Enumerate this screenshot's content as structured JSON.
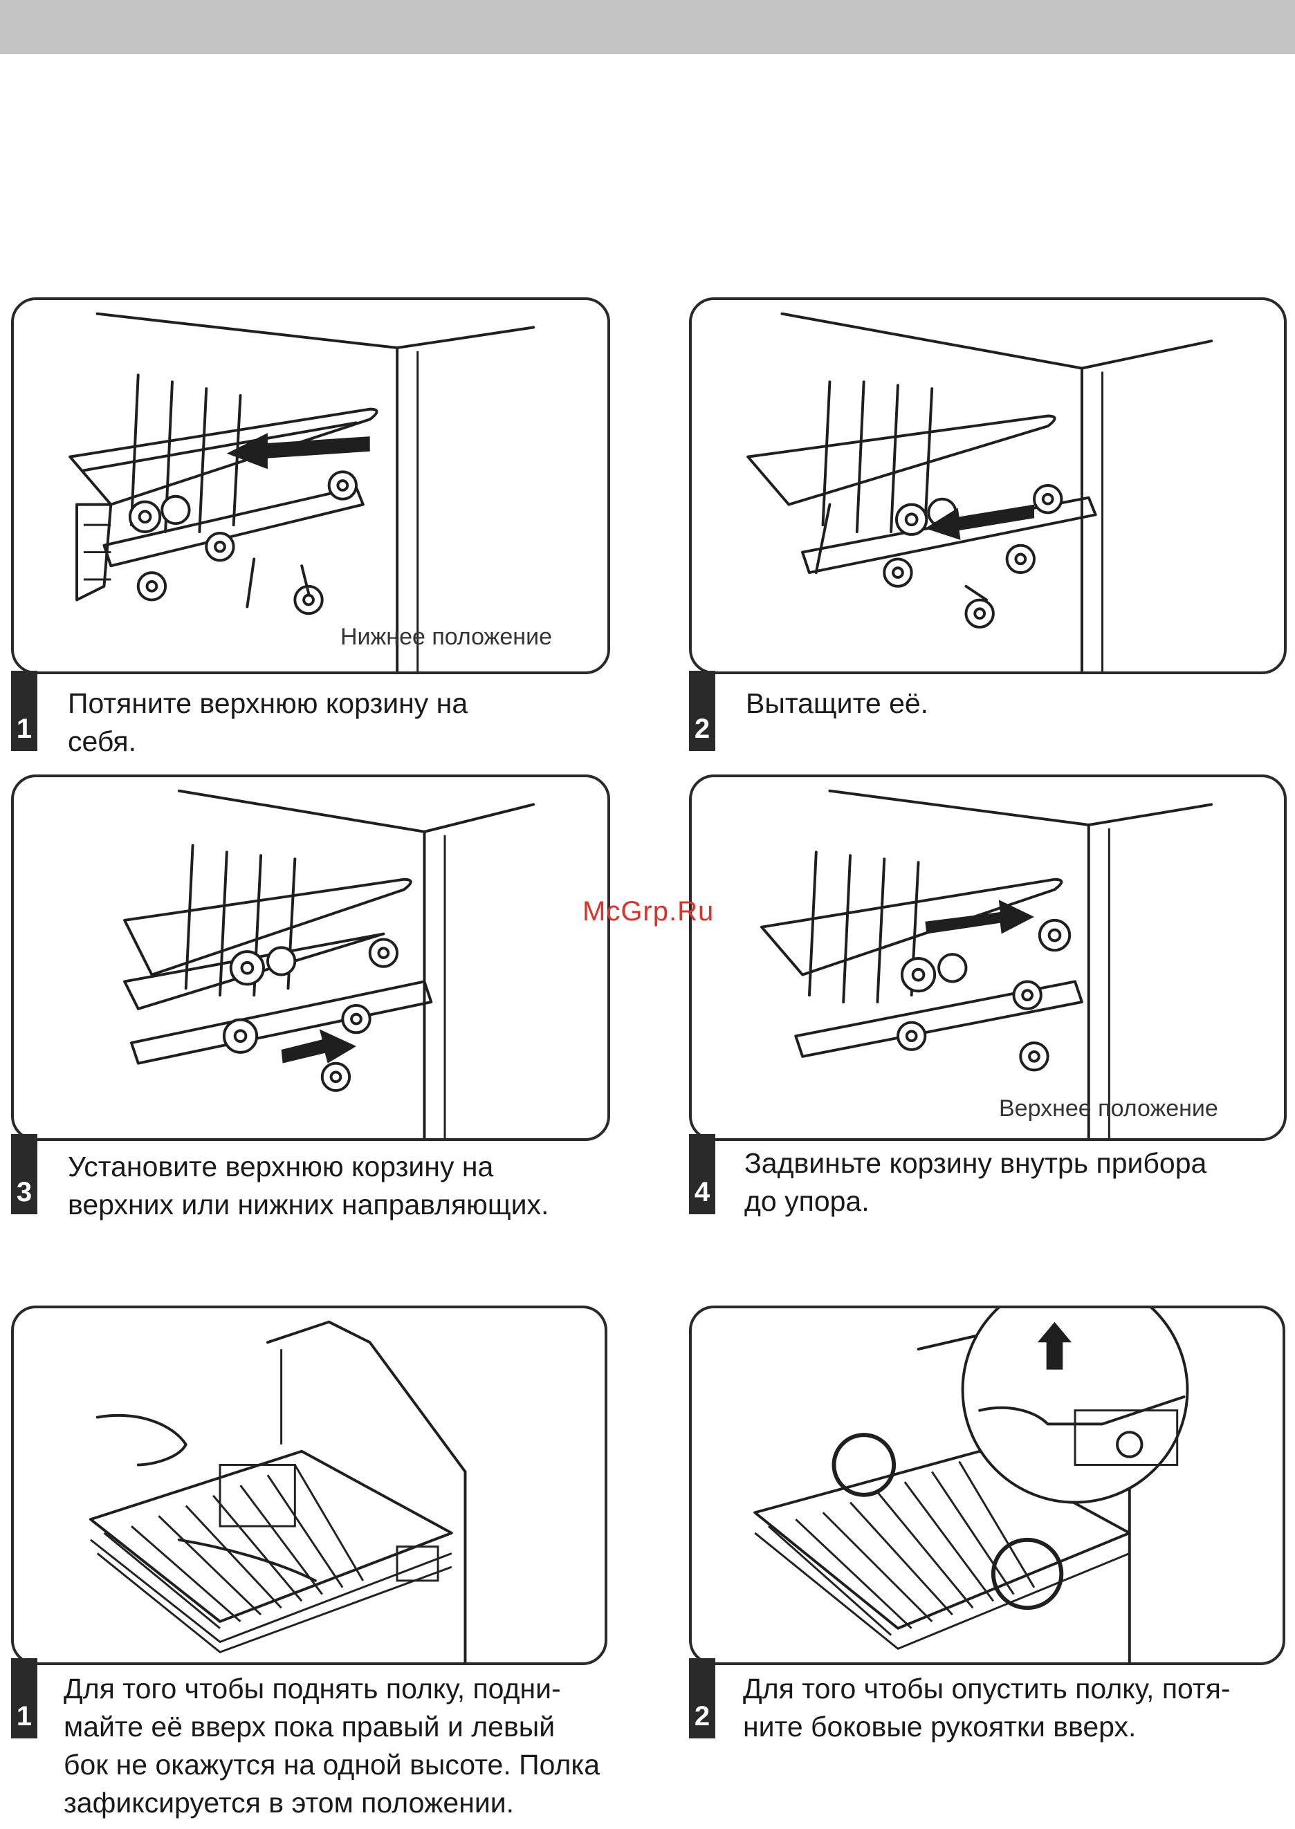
{
  "steps_top": [
    {
      "number": "1",
      "caption": "Потяните верхнюю корзину на\nсебя.",
      "label": "Нижнее положение"
    },
    {
      "number": "2",
      "caption": "Вытащите её.",
      "label": ""
    },
    {
      "number": "3",
      "caption": "Установите верхнюю корзину на\nверхних или нижних направляющих.",
      "label": ""
    },
    {
      "number": "4",
      "caption": "Задвиньте корзину внутрь прибора\nдо упора.",
      "label": "Верхнее положение"
    }
  ],
  "steps_bottom": [
    {
      "number": "1",
      "caption": "Для того чтобы поднять полку, подни-\nмайте её вверх пока правый и левый\nбок не окажутся на одной высоте. Полка\nзафиксируется в этом положении."
    },
    {
      "number": "2",
      "caption": "Для того чтобы опустить полку, потя-\nните боковые рукоятки вверх."
    }
  ],
  "watermark": "McGrp.Ru",
  "colors": {
    "header_bar": "#c4c4c4",
    "ink": "#1f1f1f",
    "watermark": "#d9332b"
  }
}
